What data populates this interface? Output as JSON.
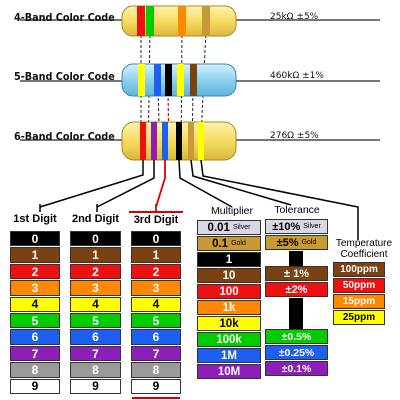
{
  "resistors": [
    {
      "label": "4-Band Color Code",
      "value": "25kΩ  ±5%"
    },
    {
      "label": "5-Band Color Code",
      "value": "460kΩ  ±1%"
    },
    {
      "label": "6-Band Color Code",
      "value": "276Ω  ±5%"
    }
  ],
  "digit_columns": [
    {
      "header": "1st Digit"
    },
    {
      "header": "2nd Digit"
    },
    {
      "header": "3rd Digit"
    }
  ],
  "digits": [
    {
      "label": "0",
      "bg": "#000000",
      "fg": "#ffffff"
    },
    {
      "label": "1",
      "bg": "#7a4212",
      "fg": "#ffffff"
    },
    {
      "label": "2",
      "bg": "#ee1111",
      "fg": "#ffffff"
    },
    {
      "label": "3",
      "bg": "#ff8800",
      "fg": "#ffffff"
    },
    {
      "label": "4",
      "bg": "#ffff00",
      "fg": "#000000"
    },
    {
      "label": "5",
      "bg": "#00cc00",
      "fg": "#ffffff"
    },
    {
      "label": "6",
      "bg": "#1e5ff0",
      "fg": "#ffffff"
    },
    {
      "label": "7",
      "bg": "#8b1fb8",
      "fg": "#ffffff"
    },
    {
      "label": "8",
      "bg": "#9a9a9a",
      "fg": "#ffffff"
    },
    {
      "label": "9",
      "bg": "#ffffff",
      "fg": "#000000"
    }
  ],
  "multiplier": {
    "header": "Multiplier",
    "items": [
      {
        "label": "0.01",
        "note": "Silver",
        "bg": "#d8d8e4",
        "fg": "#000000"
      },
      {
        "label": "0.1",
        "note": "Gold",
        "bg": "#c89a36",
        "fg": "#000000"
      },
      {
        "label": "1",
        "note": "",
        "bg": "#000000",
        "fg": "#ffffff"
      },
      {
        "label": "10",
        "note": "",
        "bg": "#7a4212",
        "fg": "#ffffff"
      },
      {
        "label": "100",
        "note": "",
        "bg": "#ee1111",
        "fg": "#ffffff"
      },
      {
        "label": "1k",
        "note": "",
        "bg": "#ff8800",
        "fg": "#ffffff"
      },
      {
        "label": "10k",
        "note": "",
        "bg": "#ffff00",
        "fg": "#000000"
      },
      {
        "label": "100k",
        "note": "",
        "bg": "#00cc00",
        "fg": "#ffffff"
      },
      {
        "label": "1M",
        "note": "",
        "bg": "#1e5ff0",
        "fg": "#ffffff"
      },
      {
        "label": "10M",
        "note": "",
        "bg": "#8b1fb8",
        "fg": "#ffffff"
      }
    ]
  },
  "tolerance": {
    "header": "Tolerance",
    "top": [
      {
        "label": "±10%",
        "note": "Silver",
        "bg": "#d8d8e4",
        "fg": "#000000"
      },
      {
        "label": "±5%",
        "note": "Gold",
        "bg": "#c89a36",
        "fg": "#000000"
      }
    ],
    "middle": [
      {
        "label": "± 1%",
        "bg": "#7a4212",
        "fg": "#ffffff"
      },
      {
        "label": "±2%",
        "bg": "#ee1111",
        "fg": "#ffffff"
      }
    ],
    "bottom": [
      {
        "label": "±0.5%",
        "bg": "#00cc00",
        "fg": "#ffffff"
      },
      {
        "label": "±0.25%",
        "bg": "#1e5ff0",
        "fg": "#ffffff"
      },
      {
        "label": "±0.1%",
        "bg": "#8b1fb8",
        "fg": "#ffffff"
      }
    ]
  },
  "temperature": {
    "header_line1": "Temperature",
    "header_line2": "Coefficient",
    "items": [
      {
        "label": "100ppm",
        "bg": "#7a4212",
        "fg": "#ffffff"
      },
      {
        "label": "50ppm",
        "bg": "#ee1111",
        "fg": "#ffffff"
      },
      {
        "label": "15ppm",
        "bg": "#ff8800",
        "fg": "#ffffff"
      },
      {
        "label": "25ppm",
        "bg": "#ffff00",
        "fg": "#000000"
      }
    ]
  },
  "colors": {
    "body_yellow": "#f6dc62",
    "body_blue": "#8ed2f0",
    "lead": "#777777",
    "highlight_red": "#dd0000"
  }
}
